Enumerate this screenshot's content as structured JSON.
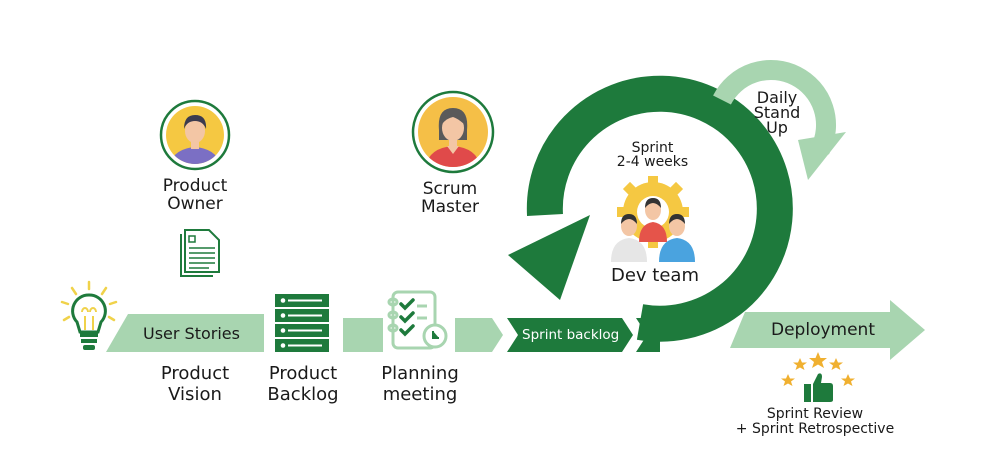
{
  "colors": {
    "dark_green": "#1e7a3c",
    "light_green": "#a8d5b0",
    "text": "#1a1a1a",
    "gold": "#f0b82e",
    "white": "#ffffff"
  },
  "roles": {
    "product_owner": {
      "label_line1": "Product",
      "label_line2": "Owner",
      "icon": "product-owner-avatar"
    },
    "scrum_master": {
      "label_line1": "Scrum",
      "label_line2": "Master",
      "icon": "scrum-master-avatar"
    }
  },
  "flow": {
    "user_stories": "User Stories",
    "sprint_backlog": "Sprint backlog",
    "deployment": "Deployment"
  },
  "stages": {
    "product_vision": {
      "line1": "Product",
      "line2": "Vision",
      "icon": "lightbulb-icon"
    },
    "product_backlog": {
      "line1": "Product",
      "line2": "Backlog",
      "icon": "backlog-list-icon"
    },
    "planning_meeting": {
      "line1": "Planning",
      "line2": "meeting",
      "icon": "checklist-clock-icon"
    }
  },
  "sprint": {
    "line1": "Sprint",
    "line2": "2-4 weeks",
    "team_label": "Dev team",
    "icon": "dev-team-icon"
  },
  "daily": {
    "line1": "Daily",
    "line2": "Stand",
    "line3": "Up"
  },
  "review": {
    "line1": "Sprint Review",
    "line2": "+ Sprint Retrospective",
    "icon": "thumbs-up-stars-icon"
  }
}
